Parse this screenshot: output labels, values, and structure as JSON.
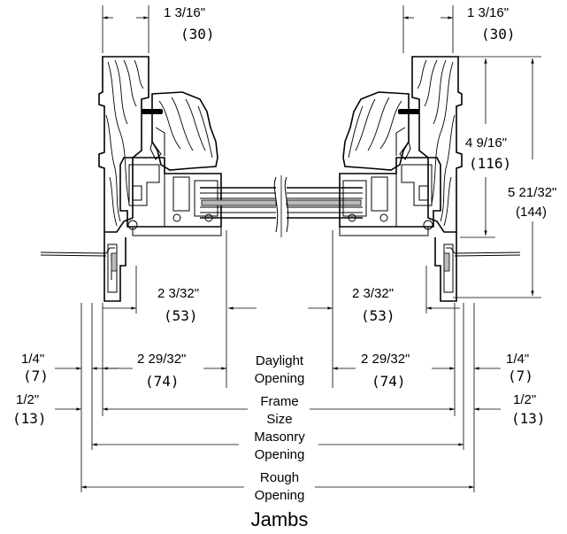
{
  "dimensions": {
    "top_left": {
      "imperial": "1 3/16\"",
      "metric": "(30)"
    },
    "top_right": {
      "imperial": "1 3/16\"",
      "metric": "(30)"
    },
    "right_inner": {
      "imperial": "4 9/16\"",
      "metric": "(116)"
    },
    "right_outer": {
      "imperial": "5 21/32\"",
      "metric": "(144)"
    },
    "left_mid": {
      "imperial": "2 3/32\"",
      "metric": "(53)"
    },
    "right_mid": {
      "imperial": "2 3/32\"",
      "metric": "(53)"
    },
    "left_lower": {
      "imperial": "2 29/32\"",
      "metric": "(74)"
    },
    "right_lower": {
      "imperial": "2 29/32\"",
      "metric": "(74)"
    },
    "left_quarter": {
      "imperial": "1/4\"",
      "metric": "(7)"
    },
    "right_quarter": {
      "imperial": "1/4\"",
      "metric": "(7)"
    },
    "left_half": {
      "imperial": "1/2\"",
      "metric": "(13)"
    },
    "right_half": {
      "imperial": "1/2\"",
      "metric": "(13)"
    }
  },
  "labels": {
    "daylight_1": "Daylight",
    "daylight_2": "Opening",
    "frame_1": "Frame",
    "frame_2": "Size",
    "masonry_1": "Masonry",
    "masonry_2": "Opening",
    "rough_1": "Rough",
    "rough_2": "Opening"
  },
  "title": "Jambs"
}
